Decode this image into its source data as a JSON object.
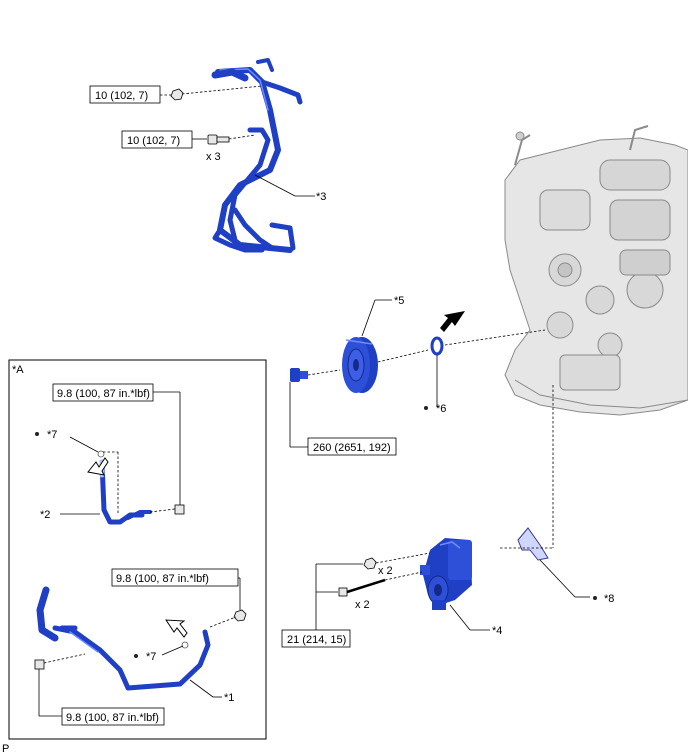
{
  "labels": {
    "torque_top1": "10 (102, 7)",
    "torque_top2": "10 (102, 7)",
    "x3": "x 3",
    "part3": "*3",
    "part5": "*5",
    "part6": "*6",
    "torque_pulley": "260 (2651, 192)",
    "part4": "*4",
    "part8": "*8",
    "x2_a": "x 2",
    "x2_b": "x 2",
    "torque_pump": "21 (214, 15)",
    "inset_title": "*A",
    "inset_torque1": "9.8 (100, 87 in.*lbf)",
    "inset_part7a": "*7",
    "inset_part2": "*2",
    "inset_torque2": "9.8 (100, 87 in.*lbf)",
    "inset_part7b": "*7",
    "inset_torque3": "9.8 (100, 87 in.*lbf)",
    "inset_part1": "*1",
    "corner_mark": "P"
  },
  "colors": {
    "part_blue": "#1f3fc4",
    "part_highlight": "#6f8cff",
    "engine_gray": "#e3e3e3",
    "engine_shadow": "#9a9a9a"
  },
  "icons": {
    "one_time_use": "filled-dot-icon",
    "apply_arrow_solid": "black-arrow-icon",
    "apply_arrow_outline": "outline-arrow-icon"
  }
}
